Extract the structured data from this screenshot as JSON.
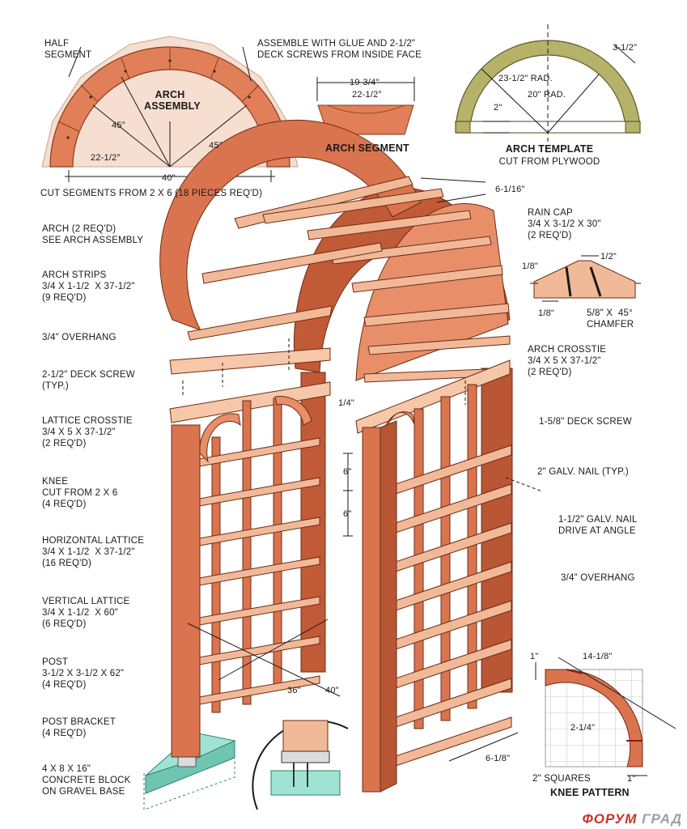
{
  "colors": {
    "wood": "#d9744f",
    "wood_dark": "#b95634",
    "wood_light": "#f2b998",
    "wood_pale": "#f6d7c0",
    "concrete": "#8fd9c8",
    "line": "#1a1a1a"
  },
  "top": {
    "half_segment": "HALF\nSEGMENT",
    "assemble_note": "ASSEMBLE WITH GLUE AND 2-1/2\"\nDECK SCREWS FROM INSIDE FACE",
    "arch_assembly": "ARCH\nASSEMBLY",
    "angle_45_a": "45°",
    "angle_22": "22-1/2°",
    "angle_45_b": "45°",
    "width_40": "40\"",
    "cut_segments": "CUT SEGMENTS FROM 2 X 6 (18 PIECES REQ'D)",
    "seg_19": "19-3/4\"",
    "seg_22": "22-1/2°",
    "arch_segment": "ARCH SEGMENT",
    "t_3half": "3-1/2\"",
    "t_rad1": "23-1/2\" RAD.",
    "t_rad2": "20\" RAD.",
    "t_2in": "2\"",
    "arch_template": "ARCH TEMPLATE",
    "template_sub": "CUT FROM PLYWOOD"
  },
  "left": {
    "arch": "ARCH (2 REQ'D)\nSEE ARCH ASSEMBLY",
    "strips": "ARCH STRIPS\n3/4 X 1-1/2  X 37-1/2\"\n(9 REQ'D)",
    "overhang": "3/4\" OVERHANG",
    "deck_screw": "2-1/2\" DECK SCREW\n(TYP.)",
    "lattice_crosstie": "LATTICE CROSSTIE\n3/4 X 5 X 37-1/2\"\n(2 REQ'D)",
    "knee": "KNEE\nCUT FROM 2 X 6\n(4 REQ'D)",
    "horizontal": "HORIZONTAL LATTICE\n3/4 X 1-1/2  X 37-1/2\"\n(16 REQ'D)",
    "vertical": "VERTICAL LATTICE\n3/4 X 1-1/2  X 60\"\n(6 REQ'D)",
    "post": "POST\n3-1/2 X 3-1/2 X 62\"\n(4 REQ'D)",
    "bracket": "POST BRACKET\n(4 REQ'D)",
    "block": "4 X 8 X 16\"\nCONCRETE BLOCK\nON GRAVEL BASE"
  },
  "right": {
    "d_6_1_16": "6-1/16\"",
    "rain_cap": "RAIN CAP\n3/4 X 3-1/2 X 30\"\n(2 REQ'D)",
    "rc_1_2": "1/2\"",
    "rc_1_8a": "1/8\"",
    "rc_1_8b": "1/8\"",
    "chamfer": "5/8\" X  45°\nCHAMFER",
    "arch_crosstie": "ARCH CROSSTIE\n3/4 X 5 X 37-1/2\"\n(2 REQ'D)",
    "d_1_4": "1/4\"",
    "deck_158": "1-5/8\" DECK SCREW",
    "d_6a": "6\"",
    "d_6b": "6\"",
    "galv2": "2\" GALV. NAIL (TYP.)",
    "galv15": "1-1/2\" GALV. NAIL\nDRIVE AT ANGLE",
    "overhang": "3/4\" OVERHANG",
    "d_36": "36\"",
    "d_40": "40\"",
    "d_6_1_8": "6-1/8\"",
    "k_1in": "1\"",
    "k_14": "14-1/8\"",
    "k_2_1_4": "2-1/4\"",
    "k_squares": "2\" SQUARES",
    "k_1b": "1\"",
    "knee_pattern": "KNEE PATTERN"
  },
  "watermark": {
    "a": "ФОРУМ ",
    "b": "ГРАД"
  }
}
